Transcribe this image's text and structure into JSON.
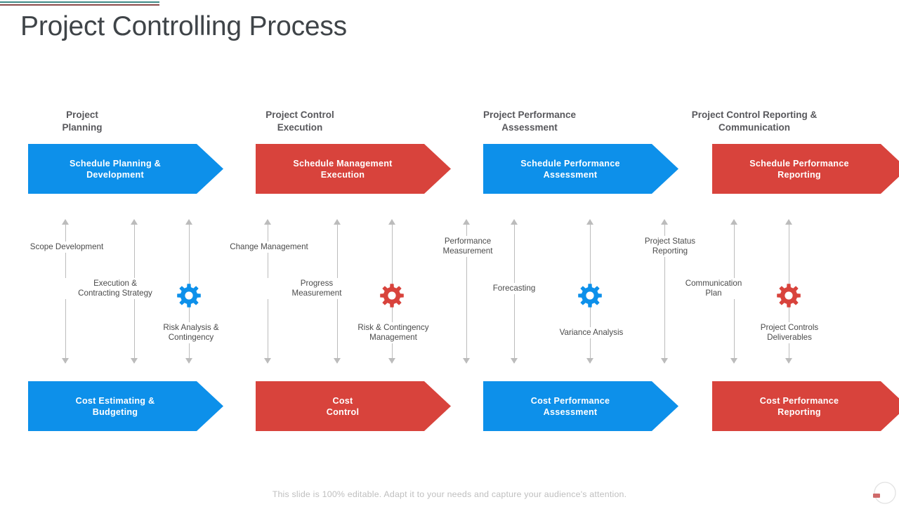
{
  "deco": {
    "teal_color": "#3f8a86",
    "maroon_color": "#8a4a4a"
  },
  "title": "Project Controlling Process",
  "theme": {
    "blue": "#0d90ea",
    "red": "#d8433c",
    "line": "#bcbcbc",
    "title_color": "#3f4448",
    "header_color": "#58585c",
    "label_color": "#4b4b4b",
    "footer_color": "#bfbfbf"
  },
  "columns": [
    {
      "header": "Project\nPlanning",
      "accent": "blue",
      "top_banner": "Schedule Planning &\nDevelopment",
      "bottom_banner": "Cost Estimating &\nBudgeting",
      "nodes": [
        {
          "label": "Scope Development",
          "gear": false
        },
        {
          "label": "Execution &\nContracting Strategy",
          "gear": false
        },
        {
          "label": "Risk Analysis &\nContingency",
          "gear": true,
          "gear_color": "blue"
        }
      ]
    },
    {
      "header": "Project Control\nExecution",
      "accent": "red",
      "top_banner": "Schedule Management\nExecution",
      "bottom_banner": "Cost\nControl",
      "nodes": [
        {
          "label": "Change Management",
          "gear": false
        },
        {
          "label": "Progress\nMeasurement",
          "gear": false
        },
        {
          "label": "Risk & Contingency\nManagement",
          "gear": true,
          "gear_color": "red"
        }
      ]
    },
    {
      "header": "Project Performance\nAssessment",
      "accent": "blue",
      "top_banner": "Schedule Performance\nAssessment",
      "bottom_banner": "Cost Performance\nAssessment",
      "nodes": [
        {
          "label": "Performance\nMeasurement",
          "gear": false
        },
        {
          "label": "Forecasting",
          "gear": false
        },
        {
          "label": "Variance Analysis",
          "gear": true,
          "gear_color": "blue"
        }
      ]
    },
    {
      "header": "Project Control Reporting &\nCommunication",
      "accent": "red",
      "top_banner": "Schedule Performance\nReporting",
      "bottom_banner": "Cost Performance\nReporting",
      "nodes": [
        {
          "label": "Project Status\nReporting",
          "gear": false
        },
        {
          "label": "Communication\nPlan",
          "gear": false
        },
        {
          "label": "Project Controls\nDeliverables",
          "gear": true,
          "gear_color": "red"
        }
      ]
    }
  ],
  "footer": "This slide is 100% editable. Adapt it to your needs and capture your audience's attention."
}
